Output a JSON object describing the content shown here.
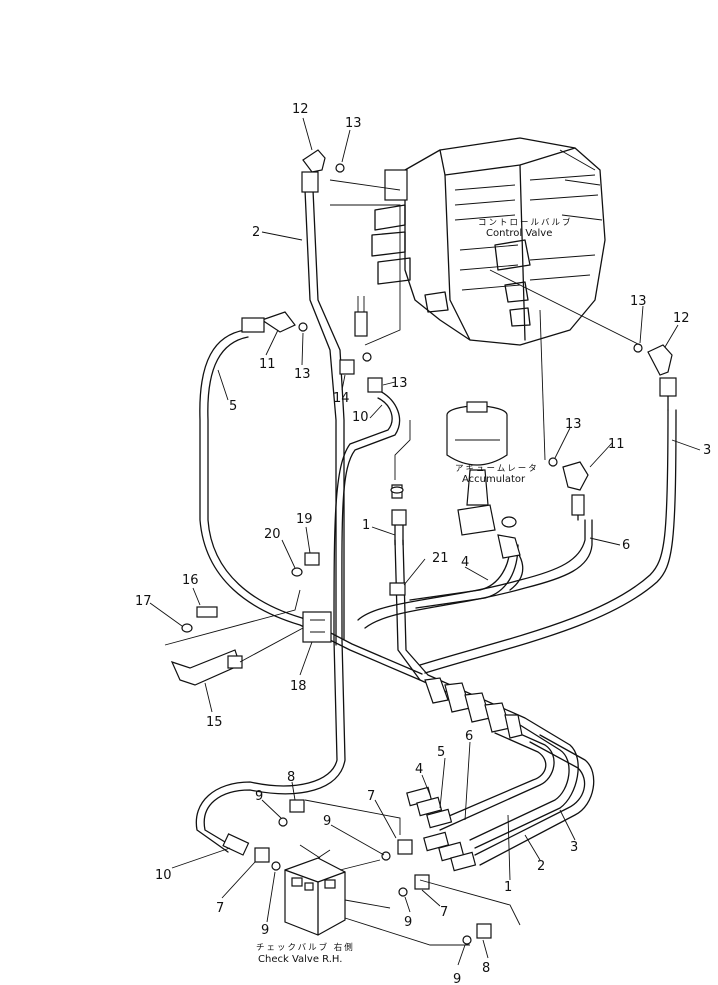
{
  "labels": {
    "control_valve_jp": "コントロールバルブ",
    "control_valve": "Control Valve",
    "accumulator_jp": "アキュームレータ",
    "accumulator": "Accumulator",
    "check_valve_jp": "チェックバルブ 右側",
    "check_valve": "Check Valve R.H."
  },
  "callouts": {
    "c12a": "12",
    "c13a": "13",
    "c2a": "2",
    "c13b": "13",
    "c12b": "12",
    "c3": "3",
    "c11a": "11",
    "c13c": "13",
    "c5": "5",
    "c14": "14",
    "c13d": "13",
    "c10a": "10",
    "c13e": "13",
    "c11b": "11",
    "c6a": "6",
    "c1a": "1",
    "c21": "21",
    "c4a": "4",
    "c20": "20",
    "c19": "19",
    "c16": "16",
    "c17": "17",
    "c18": "18",
    "c15": "15",
    "c8a": "8",
    "c9a": "9",
    "c7a": "7",
    "c4b": "4",
    "c5b": "5",
    "c6b": "6",
    "c9b": "9",
    "c3b": "3",
    "c2b": "2",
    "c1b": "1",
    "c10b": "10",
    "c7b": "7",
    "c9c": "9",
    "c7c": "7",
    "c9d": "9",
    "c9e": "9",
    "c8b": "8"
  }
}
